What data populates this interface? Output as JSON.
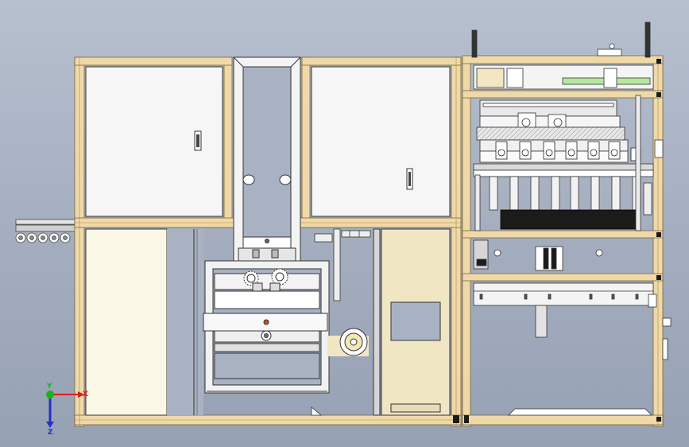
{
  "triad": {
    "x_label": "X",
    "y_label": "Y",
    "z_label": "Z",
    "colors": {
      "x": "#d81e1e",
      "y": "#16b516",
      "z": "#2431c8"
    }
  },
  "palette": {
    "background": "#a9b2c3",
    "aluminum_profile": "#f0d9a8",
    "profile_edge": "#7a6438",
    "panel_fill": "#f6f6f6",
    "guard_fill": "#fbf7e6",
    "dark_part": "#1b1b1b",
    "light_green": "#b6e9a0"
  }
}
